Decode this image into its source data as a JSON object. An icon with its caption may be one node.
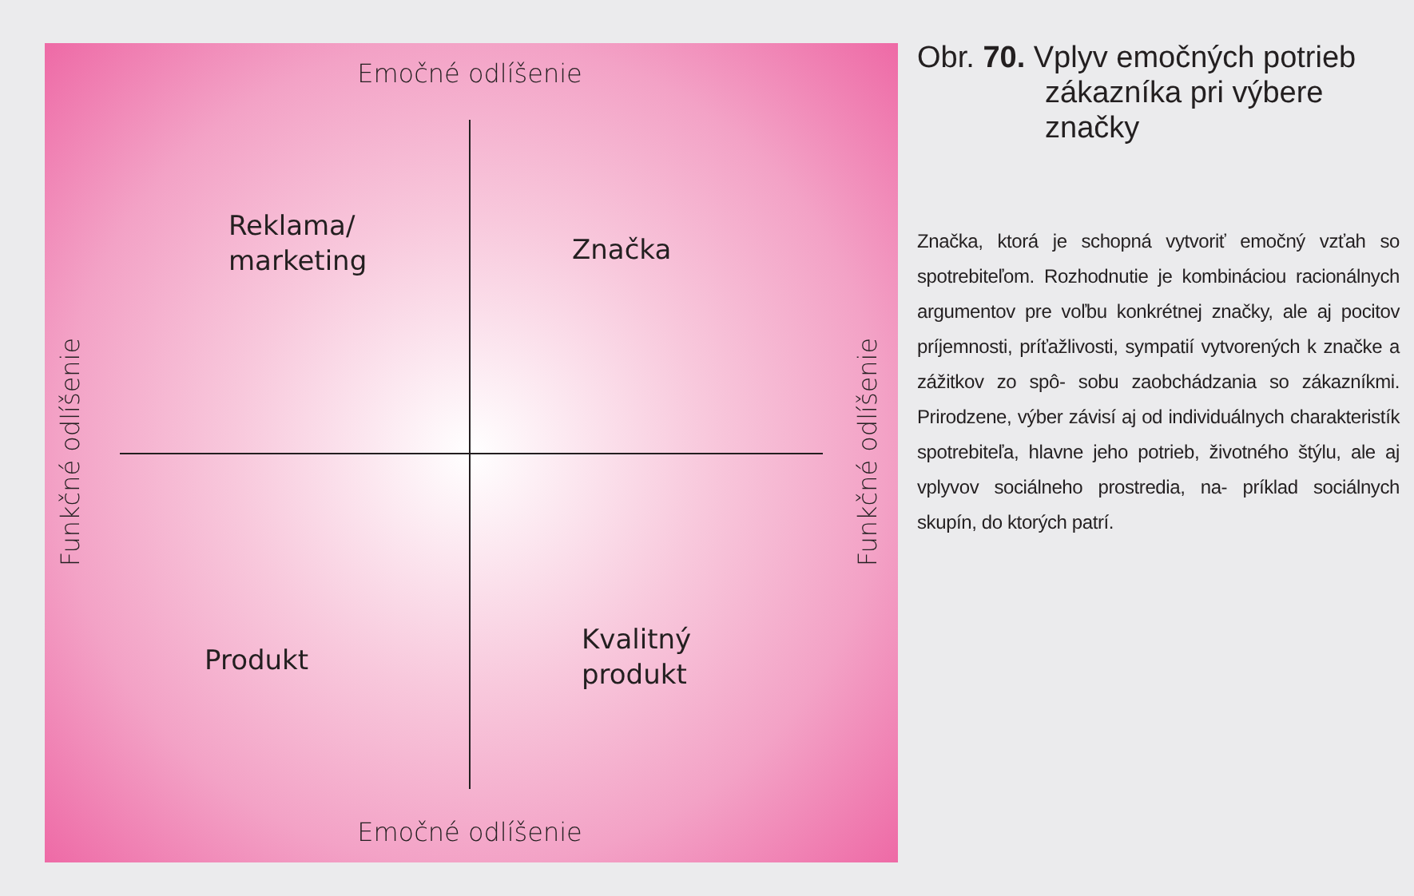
{
  "diagram": {
    "title": "Obr. **70.** Vplyv emočných potrieb zákazníka pri výbere značky",
    "caption": "Značka, ktorá je schopná vytvoriť emočný vzťah so spotrebiteľom. Rozhodnutie je kombináciou racionálnych argumentov pre voľbu konkrétnej značky, ale aj pocitov príjemnosti, príťažlivosti, sympatií vytvorených k značke a zážitkov zo spô- sobu zaobchádzania so zákazníkmi. Prirodzene, výber závisí aj od individuálnych charakteristík spotrebiteľa, hlavne jeho potrieb, životného štýlu, ale aj vplyvov sociálneho prostredia, na- príklad sociálnych skupín, do ktorých patrí.",
    "nodes": [
      {
        "text": [
          "Emočné odlíšenie",
          "Reklama/ marketing",
          "Značka",
          "Funkčné odlíšenie",
          "Funkčné odlíšenie",
          "Produkt",
          "Kvalitný produkt",
          "Emočné odlíšenie"
        ]
      }
    ]
  }
}
